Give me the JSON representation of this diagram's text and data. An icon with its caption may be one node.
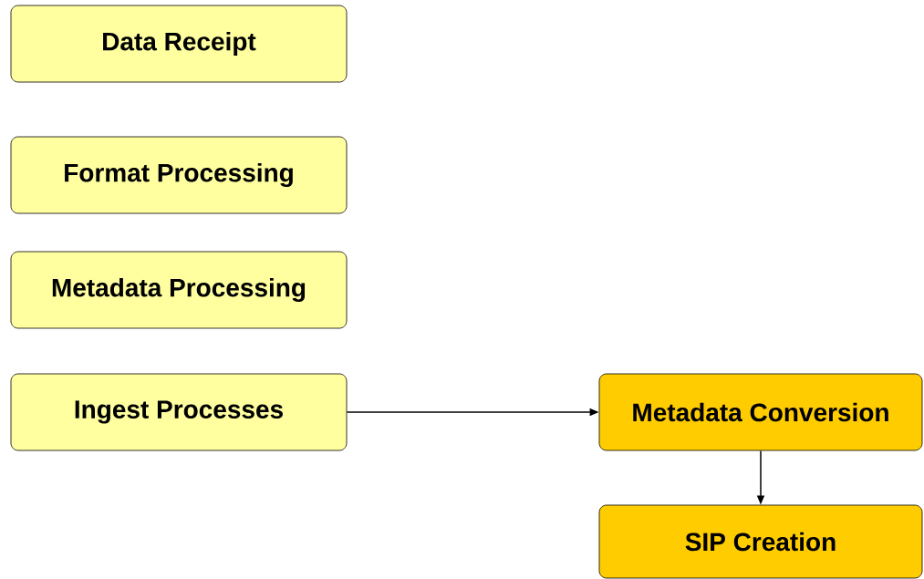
{
  "diagram": {
    "nodes": [
      {
        "text": [
          "Data Receipt"
        ]
      },
      {
        "text": [
          "Format Processing"
        ]
      },
      {
        "text": [
          "Metadata Processing"
        ]
      },
      {
        "text": [
          "Ingest Processes"
        ]
      },
      {
        "text": [
          "Metadata Conversion"
        ]
      },
      {
        "text": [
          "SIP Creation"
        ]
      }
    ],
    "edges": [
      {
        "from": 3,
        "to": 4,
        "arrow": "to"
      },
      {
        "from": 4,
        "to": 5,
        "arrow": "to"
      }
    ]
  }
}
